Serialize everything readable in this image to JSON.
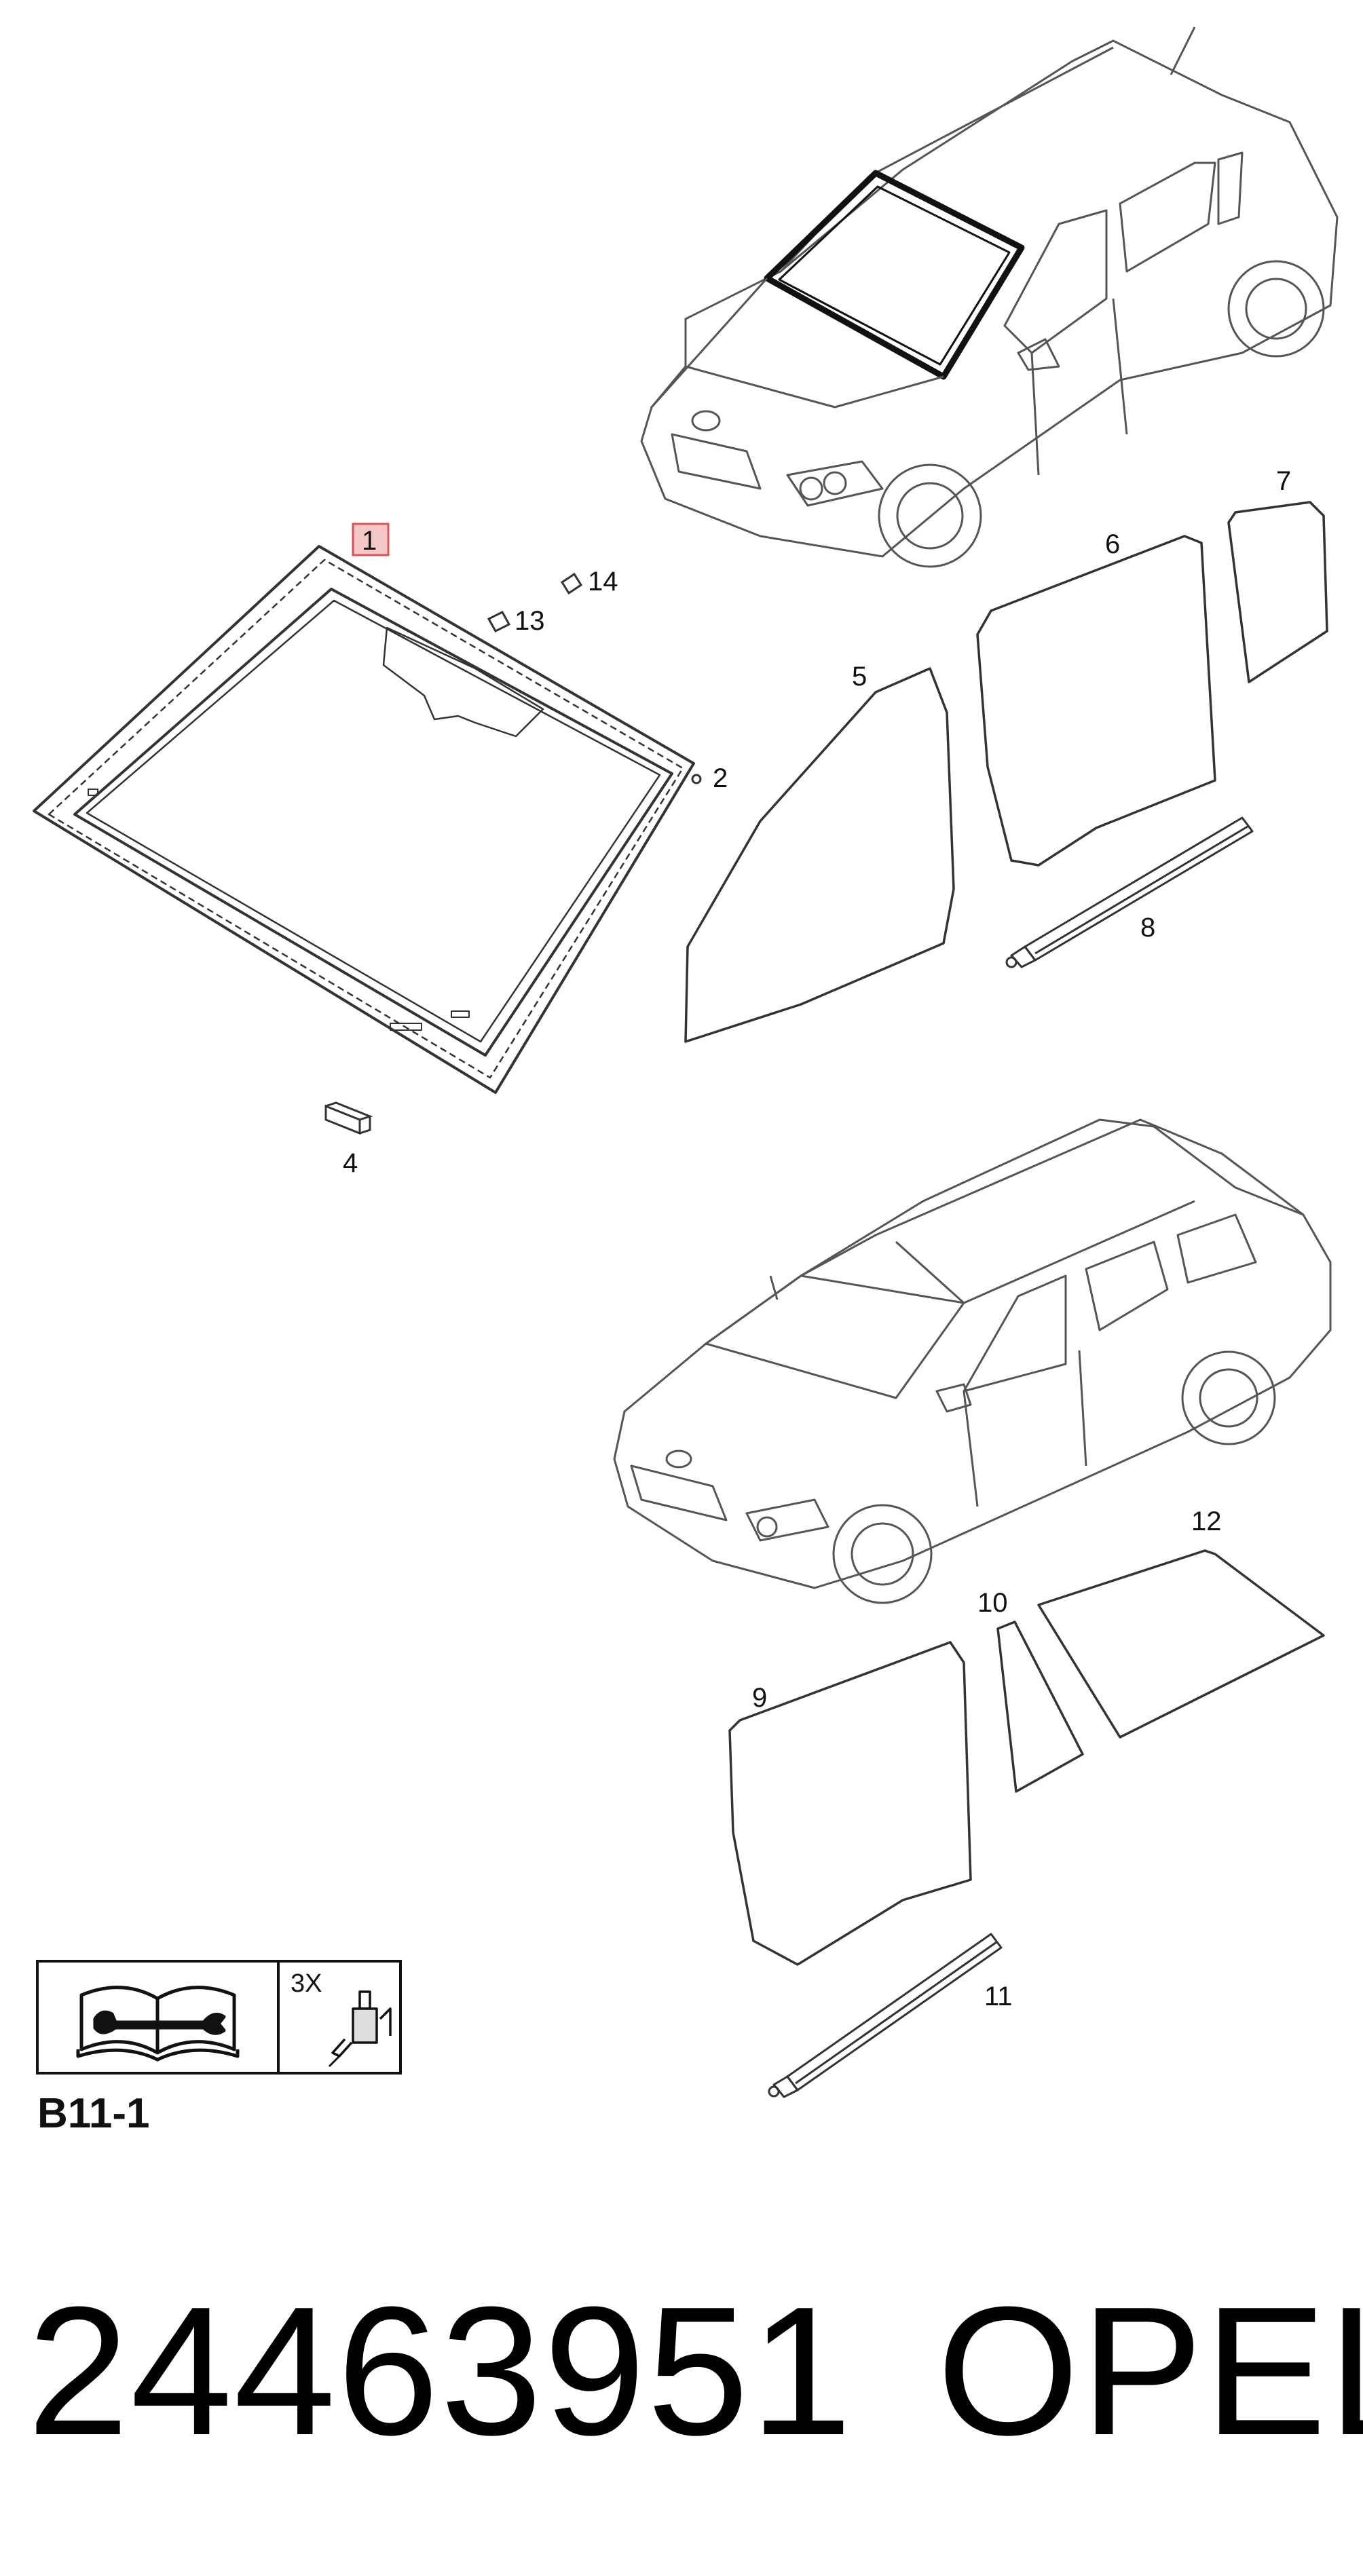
{
  "callouts": {
    "c1": "1",
    "c2": "2",
    "c4": "4",
    "c5": "5",
    "c6": "6",
    "c7": "7",
    "c8": "8",
    "c9": "9",
    "c10": "10",
    "c11": "11",
    "c12": "12",
    "c13": "13",
    "c14": "14"
  },
  "reference_box": {
    "quantity": "3X",
    "code": "B11-1"
  },
  "footer": {
    "part_number": "24463951",
    "brand": "OPEL"
  },
  "colors": {
    "line": "#333333",
    "highlight_fill": "#f6c7c7",
    "highlight_stroke": "#d85555"
  }
}
